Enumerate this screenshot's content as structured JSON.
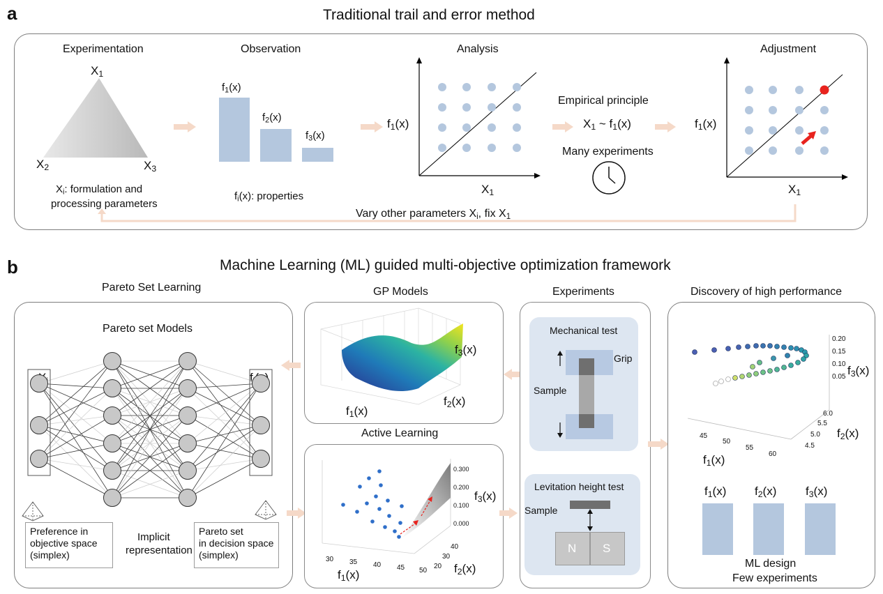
{
  "panel_a": {
    "letter": "a",
    "title": "Traditional trail and error method",
    "experimentation": {
      "heading": "Experimentation",
      "x1": "X",
      "x1_sub": "1",
      "x2": "X",
      "x2_sub": "2",
      "x3": "X",
      "x3_sub": "3",
      "caption_pre": "X",
      "caption_sub": "i",
      "caption_line1": ": formulation and",
      "caption_line2": "processing parameters"
    },
    "observation": {
      "heading": "Observation",
      "bar_labels": [
        {
          "f": "f",
          "sub": "1",
          "arg": "(x)"
        },
        {
          "f": "f",
          "sub": "2",
          "arg": "(x)"
        },
        {
          "f": "f",
          "sub": "3",
          "arg": "(x)"
        }
      ],
      "caption_pre": "f",
      "caption_sub": "i",
      "caption_post": "(x): properties"
    },
    "analysis": {
      "heading": "Analysis",
      "ylabel_pre": "f",
      "ylabel_sub": "1",
      "ylabel_post": "(x)",
      "xlabel_pre": "X",
      "xlabel_sub": "1"
    },
    "principle": {
      "heading": "Empirical principle",
      "rel_pre": "X",
      "rel_sub": "1",
      "rel_mid": " ~ ",
      "rel_f": "f",
      "rel_fsub": "1",
      "rel_post": "(x)",
      "many": "Many experiments"
    },
    "adjustment": {
      "heading": "Adjustment",
      "ylabel_pre": "f",
      "ylabel_sub": "1",
      "ylabel_post": "(x)",
      "xlabel_pre": "X",
      "xlabel_sub": "1"
    },
    "loop_pre": "Vary other parameters X",
    "loop_sub1": "i",
    "loop_mid": ", fix X",
    "loop_sub2": "1"
  },
  "panel_b": {
    "letter": "b",
    "title": "Machine Learning (ML) guided multi-objective optimization framework",
    "pareto": {
      "heading": "Pareto Set Learning",
      "inner": "Pareto set Models",
      "in_pre": "X",
      "in_sub": "i",
      "out_pre": "f",
      "out_sub": "i",
      "out_post": "(x)",
      "pref_line1": "Preference in",
      "pref_line2": "objective space",
      "pref_line3": "(simplex)",
      "implicit_line1": "Implicit",
      "implicit_line2": "representation",
      "ps_line1": "Pareto set",
      "ps_line2": "in decision space",
      "ps_line3": "(simplex)"
    },
    "gp": {
      "heading": "GP Models",
      "f1": "f",
      "f1_sub": "1",
      "f2": "f",
      "f2_sub": "2",
      "f3": "f",
      "f3_sub": "3",
      "arg": "(x)"
    },
    "active": {
      "heading": "Active Learning",
      "x_ticks": [
        "30",
        "35",
        "40",
        "45",
        "50"
      ],
      "y_ticks": [
        "20",
        "30",
        "40"
      ],
      "z_ticks": [
        "0.000",
        "0.100",
        "0.200",
        "0.300"
      ],
      "f1": "f",
      "f1_sub": "1",
      "f2": "f",
      "f2_sub": "2",
      "f3": "f",
      "f3_sub": "3",
      "arg": "(x)"
    },
    "experiments": {
      "heading": "Experiments",
      "mech": "Mechanical test",
      "grip": "Grip",
      "sample": "Sample",
      "lev": "Levitation height test",
      "lev_sample": "Sample",
      "n": "N",
      "s": "S"
    },
    "discovery": {
      "heading": "Discovery of high performance",
      "x_ticks": [
        "45",
        "50",
        "55",
        "60"
      ],
      "y_ticks": [
        "4.5",
        "5.0",
        "5.5",
        "6.0"
      ],
      "z_ticks": [
        "0.05",
        "0.10",
        "0.15",
        "0.20"
      ],
      "f1": "f",
      "f1_sub": "1",
      "f2": "f",
      "f2_sub": "2",
      "f3": "f",
      "f3_sub": "3",
      "arg": "(x)",
      "bar_labels": [
        {
          "f": "f",
          "sub": "1",
          "arg": "(x)"
        },
        {
          "f": "f",
          "sub": "2",
          "arg": "(x)"
        },
        {
          "f": "f",
          "sub": "3",
          "arg": "(x)"
        }
      ],
      "ml_design": "ML design",
      "few": "Few experiments"
    }
  },
  "colors": {
    "dot": "#b4c7de",
    "arrow": "#f5d9c8",
    "red": "#e8231e",
    "panel_bg": "#dde6f1",
    "node": "#c8c8c8"
  }
}
